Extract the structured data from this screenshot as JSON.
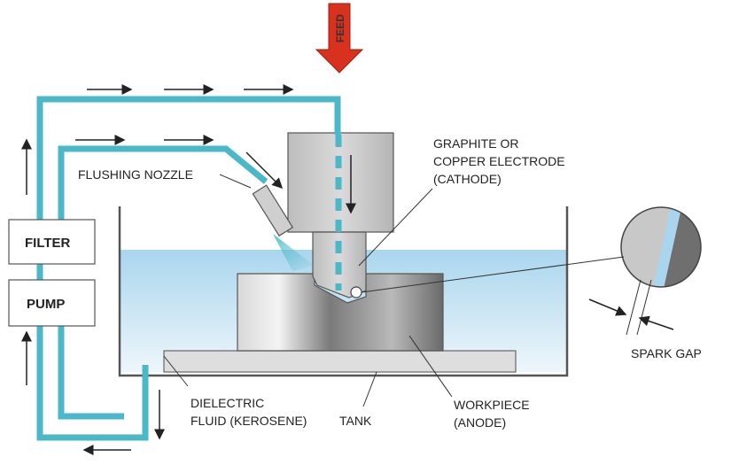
{
  "labels": {
    "feed": "FEED",
    "filter": "FILTER",
    "pump": "PUMP",
    "flushing_nozzle": "FLUSHING NOZZLE",
    "electrode_line1": "GRAPHITE OR",
    "electrode_line2": "COPPER ELECTRODE",
    "electrode_line3": "(CATHODE)",
    "dielectric_line1": "DIELECTRIC",
    "dielectric_line2": "FLUID (KEROSENE)",
    "tank": "TANK",
    "workpiece_line1": "WORKPIECE",
    "workpiece_line2": "(ANODE)",
    "spark_gap": "SPARK GAP"
  },
  "colors": {
    "pipe": "#4ab8c8",
    "feed_arrow": "#d8321e",
    "fluid_top": "#a9d6ee",
    "fluid_bottom": "#e9f4fb",
    "electrode": "#c9c9c9",
    "workpiece": "#8f8f8f",
    "box_fill": "#ffffff",
    "outline": "#555555"
  }
}
